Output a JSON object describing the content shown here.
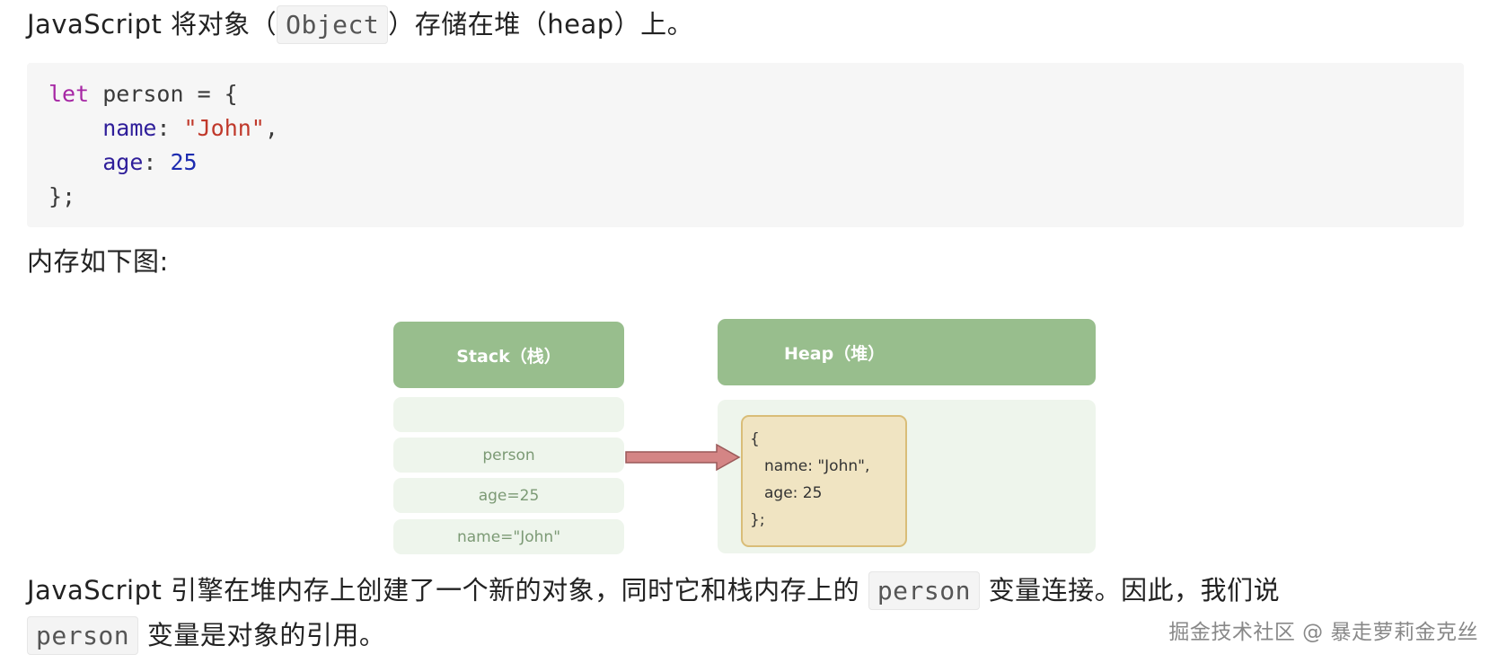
{
  "intro": {
    "text_before": "JavaScript 将对象（",
    "code": "Object",
    "text_after": "）存储在堆（heap）上。"
  },
  "code_block": {
    "line1_kw": "let",
    "line1_rest": " person = {",
    "line2_prop": "name",
    "line2_colon": ": ",
    "line2_str": "\"John\"",
    "line2_end": ",",
    "line3_prop": "age",
    "line3_colon": ": ",
    "line3_num": "25",
    "line4": "};"
  },
  "memory_caption": "内存如下图:",
  "diagram": {
    "stack_header": "Stack（栈）",
    "heap_header": "Heap（堆）",
    "stack_slots": [
      "",
      "person",
      "age=25",
      "name=\"John\""
    ],
    "heap_object": {
      "open": "{",
      "name_line": "name: \"John\",",
      "age_line": "age: 25",
      "close": "};"
    },
    "colors": {
      "header": "#98be8d",
      "slot": "#eef5ec",
      "object_fill": "#f0e4c2",
      "object_border": "#d9bd78",
      "arrow": "#d48585"
    }
  },
  "conclusion": {
    "line1_before": "JavaScript 引擎在堆内存上创建了一个新的对象，同时它和栈内存上的 ",
    "code1": "person",
    "line1_after": " 变量连接。因此，我们说",
    "code2": "person",
    "line2_after": " 变量是对象的引用。"
  },
  "watermark": "掘金技术社区 @ 暴走萝莉金克丝"
}
